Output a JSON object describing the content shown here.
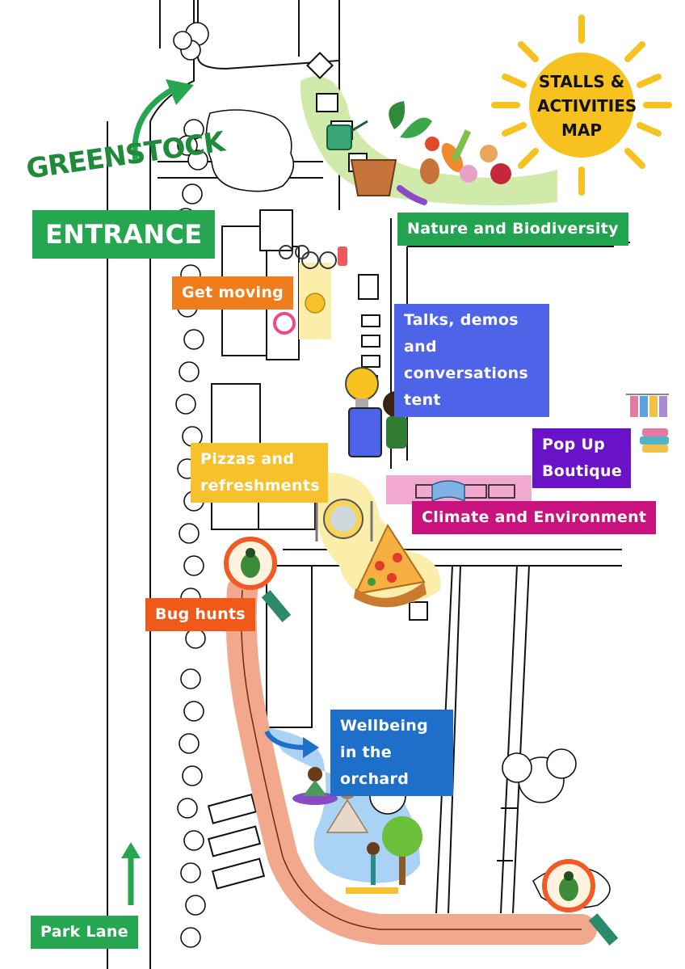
{
  "title": {
    "line1": "STALLS &",
    "line2": "ACTIVITIES",
    "line3": "MAP"
  },
  "entrance": {
    "heading": "GREENSTOCK",
    "label": "ENTRANCE"
  },
  "street": {
    "label": "Park Lane"
  },
  "areas": {
    "nature": "Nature and Biodiversity",
    "moving": "Get moving",
    "talks": "Talks, demos and conversations tent",
    "boutique": "Pop Up Boutique",
    "pizzas": "Pizzas and refreshments",
    "climate": "Climate and Environment",
    "bugs": "Bug hunts",
    "wellbeing": "Wellbeing in the orchard"
  },
  "colors": {
    "brand_green": "#26a651",
    "nature": "#22a34f",
    "moving": "#f07d1c",
    "talks": "#4d63e8",
    "boutique": "#6a12c8",
    "pizzas": "#f6c12c",
    "climate": "#c8127e",
    "bugs": "#ef5a1a",
    "wellbeing": "#1e6fc9",
    "sun": "#f7c21f",
    "path": "#f2a88c",
    "nature_zone": "#cfeaa9",
    "orchard_zone": "#a9d2f4"
  },
  "icons": [
    "sun-icon",
    "entrance-arrow-icon",
    "north-arrow-icon",
    "bug-magnifier-icon",
    "pizza-icon",
    "bulb-icon",
    "megaphone-icon",
    "bicycle-icon",
    "yoga-icon",
    "tree-icon",
    "watering-can-icon",
    "plant-pot-icon",
    "book-icon",
    "clothes-rack-icon"
  ]
}
